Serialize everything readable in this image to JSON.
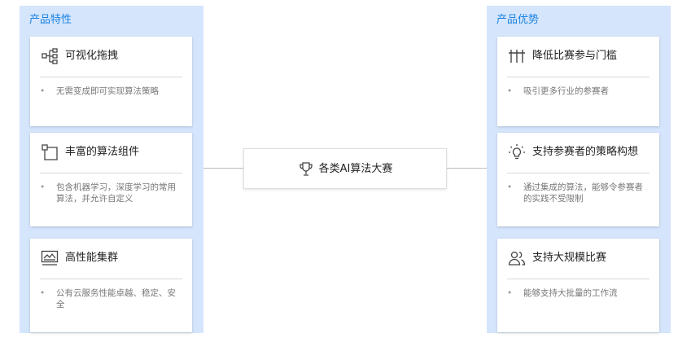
{
  "left_panel": {
    "title": "产品特性",
    "cards": [
      {
        "icon": "flow-drag-icon",
        "title": "可视化拖拽",
        "desc": "无需变成即可实现算法策略"
      },
      {
        "icon": "component-icon",
        "title": "丰富的算法组件",
        "desc": "包含机器学习，深度学习的常用算法，并允许自定义"
      },
      {
        "icon": "monitor-chart-icon",
        "title": "高性能集群",
        "desc": "公有云服务性能卓越、稳定、安全"
      }
    ]
  },
  "right_panel": {
    "title": "产品优势",
    "cards": [
      {
        "icon": "barrier-icon",
        "title": "降低比赛参与门槛",
        "desc": "吸引更多行业的参赛者"
      },
      {
        "icon": "lightbulb-icon",
        "title": "支持参赛者的策略构想",
        "desc": "通过集成的算法，能够令参赛者的实践不受限制"
      },
      {
        "icon": "users-icon",
        "title": "支持大规模比赛",
        "desc": "能够支持大批量的工作流"
      }
    ]
  },
  "center": {
    "icon": "trophy-icon",
    "label": "各类AI算法大赛"
  },
  "colors": {
    "panel_bg": "#d5e5fc",
    "accent": "#1a82e2",
    "icon": "#444444"
  }
}
